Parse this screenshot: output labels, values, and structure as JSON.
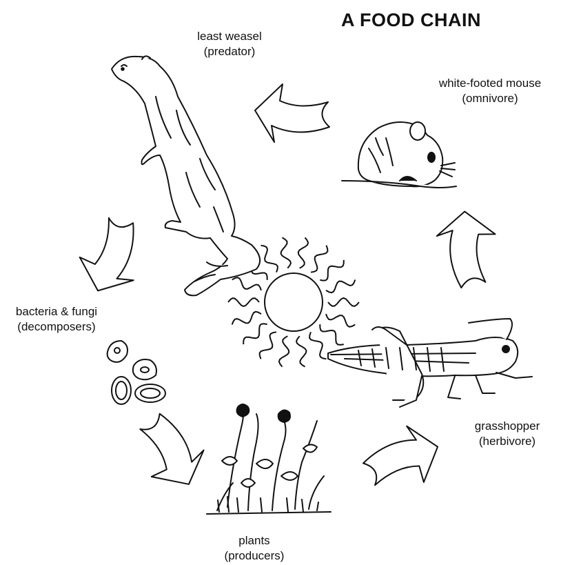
{
  "title": "A FOOD CHAIN",
  "organisms": [
    {
      "name": "least weasel",
      "role": "(predator)"
    },
    {
      "name": "white-footed mouse",
      "role": "(omnivore)"
    },
    {
      "name": "grasshopper",
      "role": "(herbivore)"
    },
    {
      "name": "plants",
      "role": "(producers)"
    },
    {
      "name": "bacteria & fungi",
      "role": "(decomposers)"
    }
  ],
  "center_icon": "sun-icon",
  "arrow_icon": "curved-arrow-icon"
}
